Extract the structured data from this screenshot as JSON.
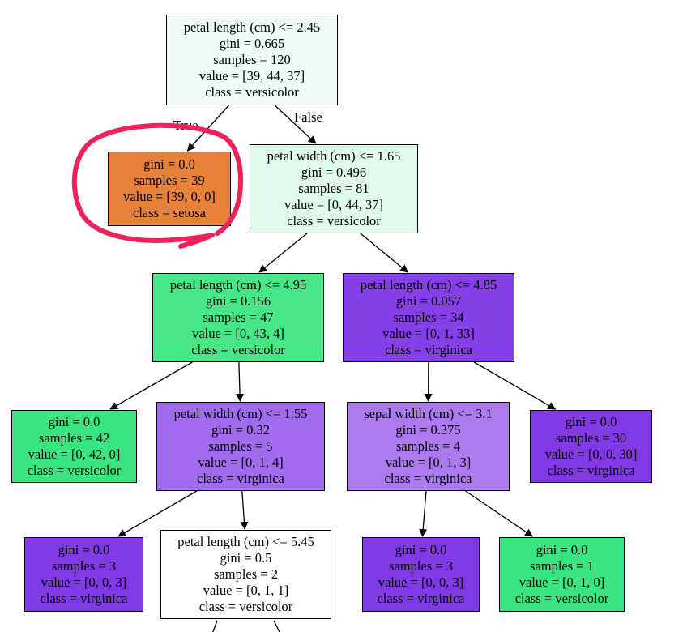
{
  "colors": {
    "edge": "#000000",
    "annotation_circle": "#f0205a"
  },
  "tree": {
    "edge_labels": {
      "true": "True",
      "false": "False"
    },
    "nodes": [
      {
        "id": "n0",
        "fill": "#f2fcf6",
        "lines": [
          "petal length (cm) <= 2.45",
          "gini = 0.665",
          "samples = 120",
          "value = [39, 44, 37]",
          "class = versicolor"
        ]
      },
      {
        "id": "n1",
        "fill": "#e58139",
        "lines": [
          "gini = 0.0",
          "samples = 39",
          "value = [39, 0, 0]",
          "class = setosa"
        ]
      },
      {
        "id": "n2",
        "fill": "#e0faeb",
        "lines": [
          "petal width (cm) <= 1.65",
          "gini = 0.496",
          "samples = 81",
          "value = [0, 44, 37]",
          "class = versicolor"
        ]
      },
      {
        "id": "n3",
        "fill": "#47e687",
        "lines": [
          "petal length (cm) <= 4.95",
          "gini = 0.156",
          "samples = 47",
          "value = [0, 43, 4]",
          "class = versicolor"
        ]
      },
      {
        "id": "n4",
        "fill": "#843fe6",
        "lines": [
          "petal length (cm) <= 4.85",
          "gini = 0.057",
          "samples = 34",
          "value = [0, 1, 33]",
          "class = virginica"
        ]
      },
      {
        "id": "n5",
        "fill": "#39e581",
        "lines": [
          "gini = 0.0",
          "samples = 42",
          "value = [0, 42, 0]",
          "class = versicolor"
        ]
      },
      {
        "id": "n6",
        "fill": "#a06bec",
        "lines": [
          "petal width (cm) <= 1.55",
          "gini = 0.32",
          "samples = 5",
          "value = [0, 1, 4]",
          "class = virginica"
        ]
      },
      {
        "id": "n7",
        "fill": "#ab7bee",
        "lines": [
          "sepal width (cm) <= 3.1",
          "gini = 0.375",
          "samples = 4",
          "value = [0, 1, 3]",
          "class = virginica"
        ]
      },
      {
        "id": "n8",
        "fill": "#8139e5",
        "lines": [
          "gini = 0.0",
          "samples = 30",
          "value = [0, 0, 30]",
          "class = virginica"
        ]
      },
      {
        "id": "n9",
        "fill": "#8139e5",
        "lines": [
          "gini = 0.0",
          "samples = 3",
          "value = [0, 0, 3]",
          "class = virginica"
        ]
      },
      {
        "id": "n10",
        "fill": "#ffffff",
        "lines": [
          "petal length (cm) <= 5.45",
          "gini = 0.5",
          "samples = 2",
          "value = [0, 1, 1]",
          "class = versicolor"
        ]
      },
      {
        "id": "n11",
        "fill": "#8139e5",
        "lines": [
          "gini = 0.0",
          "samples = 3",
          "value = [0, 0, 3]",
          "class = virginica"
        ]
      },
      {
        "id": "n12",
        "fill": "#39e581",
        "lines": [
          "gini = 0.0",
          "samples = 1",
          "value = [0, 1, 0]",
          "class = versicolor"
        ]
      }
    ],
    "edges": [
      {
        "from": "n0",
        "to": "n1"
      },
      {
        "from": "n0",
        "to": "n2"
      },
      {
        "from": "n2",
        "to": "n3"
      },
      {
        "from": "n2",
        "to": "n4"
      },
      {
        "from": "n3",
        "to": "n5"
      },
      {
        "from": "n3",
        "to": "n6"
      },
      {
        "from": "n4",
        "to": "n7"
      },
      {
        "from": "n4",
        "to": "n8"
      },
      {
        "from": "n6",
        "to": "n9"
      },
      {
        "from": "n6",
        "to": "n10"
      },
      {
        "from": "n7",
        "to": "n11"
      },
      {
        "from": "n7",
        "to": "n12"
      }
    ]
  }
}
